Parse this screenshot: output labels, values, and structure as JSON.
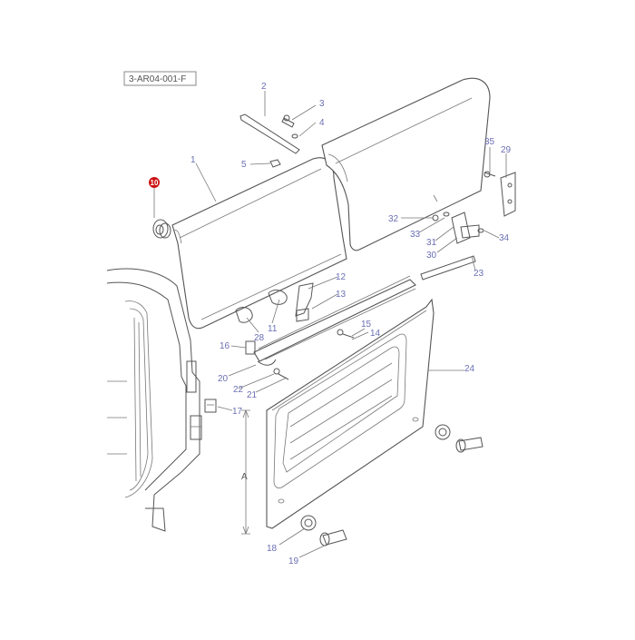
{
  "reference": "3-AR04-001-F",
  "highlighted_part": "10",
  "dimension_label": "A",
  "colors": {
    "label": "#6a6fb3",
    "highlight": "#cc1111",
    "line": "#555555"
  },
  "parts": [
    "1",
    "2",
    "3",
    "4",
    "5",
    "10",
    "11",
    "12",
    "13",
    "14",
    "15",
    "16",
    "17",
    "18",
    "19",
    "20",
    "21",
    "22",
    "23",
    "24",
    "28",
    "29",
    "31",
    "32",
    "33",
    "34",
    "35"
  ]
}
